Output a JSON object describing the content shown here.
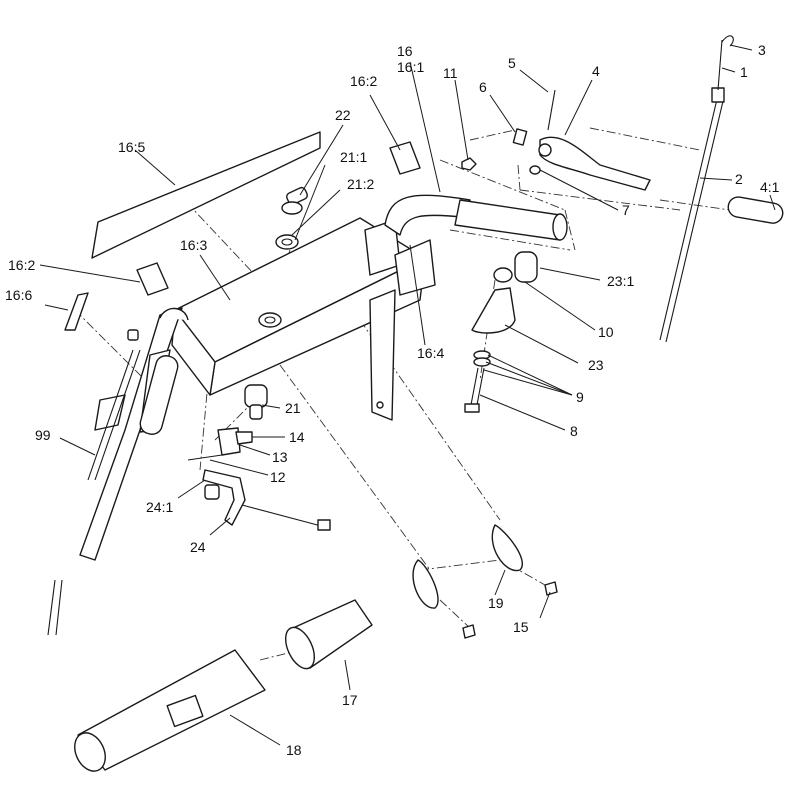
{
  "callouts": [
    {
      "id": "c1",
      "text": "1"
    },
    {
      "id": "c2",
      "text": "2"
    },
    {
      "id": "c3",
      "text": "3"
    },
    {
      "id": "c4",
      "text": "4"
    },
    {
      "id": "c4_1",
      "text": "4:1"
    },
    {
      "id": "c5",
      "text": "5"
    },
    {
      "id": "c6",
      "text": "6"
    },
    {
      "id": "c7",
      "text": "7"
    },
    {
      "id": "c8",
      "text": "8"
    },
    {
      "id": "c9",
      "text": "9"
    },
    {
      "id": "c10",
      "text": "10"
    },
    {
      "id": "c11",
      "text": "11"
    },
    {
      "id": "c12",
      "text": "12"
    },
    {
      "id": "c13",
      "text": "13"
    },
    {
      "id": "c14",
      "text": "14"
    },
    {
      "id": "c15",
      "text": "15"
    },
    {
      "id": "c16",
      "text": "16"
    },
    {
      "id": "c16_1",
      "text": "16:1"
    },
    {
      "id": "c16_2a",
      "text": "16:2"
    },
    {
      "id": "c16_2b",
      "text": "16:2"
    },
    {
      "id": "c16_3",
      "text": "16:3"
    },
    {
      "id": "c16_4",
      "text": "16:4"
    },
    {
      "id": "c16_5",
      "text": "16:5"
    },
    {
      "id": "c16_6",
      "text": "16:6"
    },
    {
      "id": "c17",
      "text": "17"
    },
    {
      "id": "c18",
      "text": "18"
    },
    {
      "id": "c19",
      "text": "19"
    },
    {
      "id": "c21",
      "text": "21"
    },
    {
      "id": "c21_1",
      "text": "21:1"
    },
    {
      "id": "c21_2",
      "text": "21:2"
    },
    {
      "id": "c22",
      "text": "22"
    },
    {
      "id": "c23",
      "text": "23"
    },
    {
      "id": "c23_1",
      "text": "23:1"
    },
    {
      "id": "c24",
      "text": "24"
    },
    {
      "id": "c24_1",
      "text": "24:1"
    },
    {
      "id": "c99",
      "text": "99"
    }
  ]
}
